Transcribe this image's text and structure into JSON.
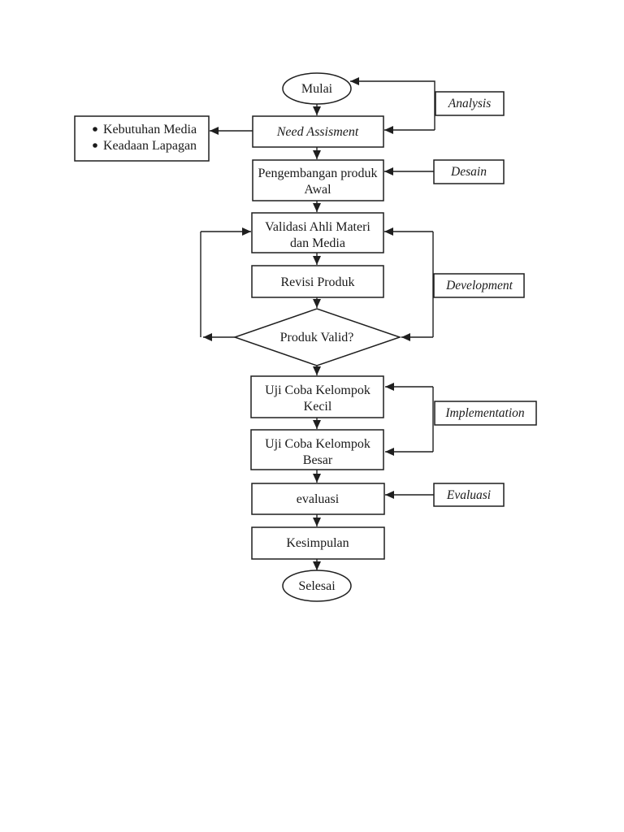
{
  "page": {
    "background_color": "#ffffff",
    "line_color": "#1f1f1f"
  },
  "flowchart": {
    "start": {
      "label": "Mulai"
    },
    "need_assisment": {
      "label": "Need Assisment"
    },
    "requirements": {
      "item1": "Kebutuhan Media",
      "item2": "Keadaan Lapagan"
    },
    "pengembangan": {
      "line1": "Pengembangan produk",
      "line2": "Awal"
    },
    "validasi": {
      "line1": "Validasi Ahli Materi",
      "line2": "dan Media"
    },
    "revisi": {
      "label": "Revisi Produk"
    },
    "decision": {
      "label": "Produk Valid?"
    },
    "uji_coba_kecil": {
      "line1": "Uji Coba Kelompok",
      "line2": "Kecil"
    },
    "uji_coba_besar": {
      "line1": "Uji Coba Kelompok",
      "line2": "Besar"
    },
    "evaluasi_step": {
      "label": "evaluasi"
    },
    "kesimpulan": {
      "label": "Kesimpulan"
    },
    "end": {
      "label": "Selesai"
    }
  },
  "stage_labels": {
    "analysis": "Analysis",
    "design": "Desain",
    "development": "Development",
    "implementation": "Implementation",
    "evaluation": "Evaluasi"
  }
}
